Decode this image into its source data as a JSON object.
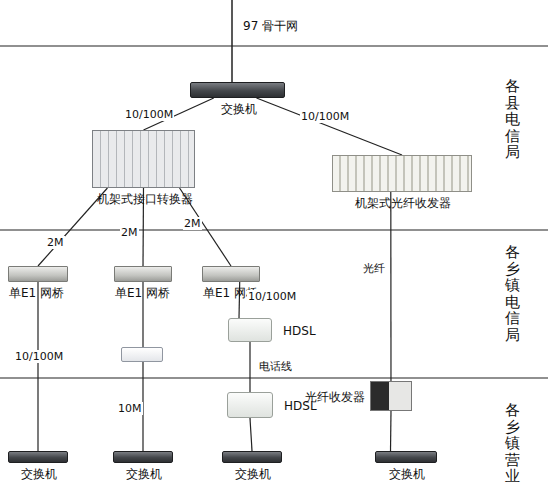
{
  "diagram": {
    "nodes": [
      {
        "text": [
          "交换机"
        ]
      },
      {
        "text": [
          "机架式接口转换器"
        ]
      },
      {
        "text": [
          "机架式光纤收发器"
        ]
      },
      {
        "text": [
          "单E1 网桥"
        ]
      },
      {
        "text": [
          "单E1 网桥"
        ]
      },
      {
        "text": [
          "单E1 网桥"
        ]
      },
      {
        "text": [
          "HDSL"
        ]
      },
      {
        "text": [
          "HDSL"
        ]
      },
      {
        "text": [
          "光纤收发器"
        ]
      },
      {
        "text": [
          "交换机"
        ]
      },
      {
        "text": [
          "交换机"
        ]
      },
      {
        "text": [
          "交换机"
        ]
      },
      {
        "text": [
          "交换机"
        ]
      }
    ],
    "edges": [
      {
        "from": 0,
        "to": 1,
        "label": "10/100M",
        "arrow": "none"
      },
      {
        "from": 0,
        "to": 2,
        "label": "10/100M",
        "arrow": "none"
      },
      {
        "from": 1,
        "to": 3,
        "label": "2M",
        "arrow": "none"
      },
      {
        "from": 1,
        "to": 4,
        "label": "2M",
        "arrow": "none"
      },
      {
        "from": 1,
        "to": 5,
        "label": "2M",
        "arrow": "none"
      },
      {
        "from": 3,
        "to": 9,
        "label": "10/100M",
        "arrow": "none"
      },
      {
        "from": 4,
        "to": 10,
        "label": "10M",
        "arrow": "none"
      },
      {
        "from": 5,
        "to": 6,
        "label": "10/100M",
        "arrow": "none"
      },
      {
        "from": 6,
        "to": 7,
        "label": "电话线",
        "arrow": "none"
      },
      {
        "from": 7,
        "to": 11,
        "arrow": "none"
      },
      {
        "from": 2,
        "to": 8,
        "label": "光纤",
        "arrow": "none"
      },
      {
        "from": 8,
        "to": 12,
        "arrow": "none"
      }
    ],
    "labels": [
      "97 骨干网",
      "各县电信局",
      "各乡镇电信局",
      "各乡镇营业"
    ]
  }
}
